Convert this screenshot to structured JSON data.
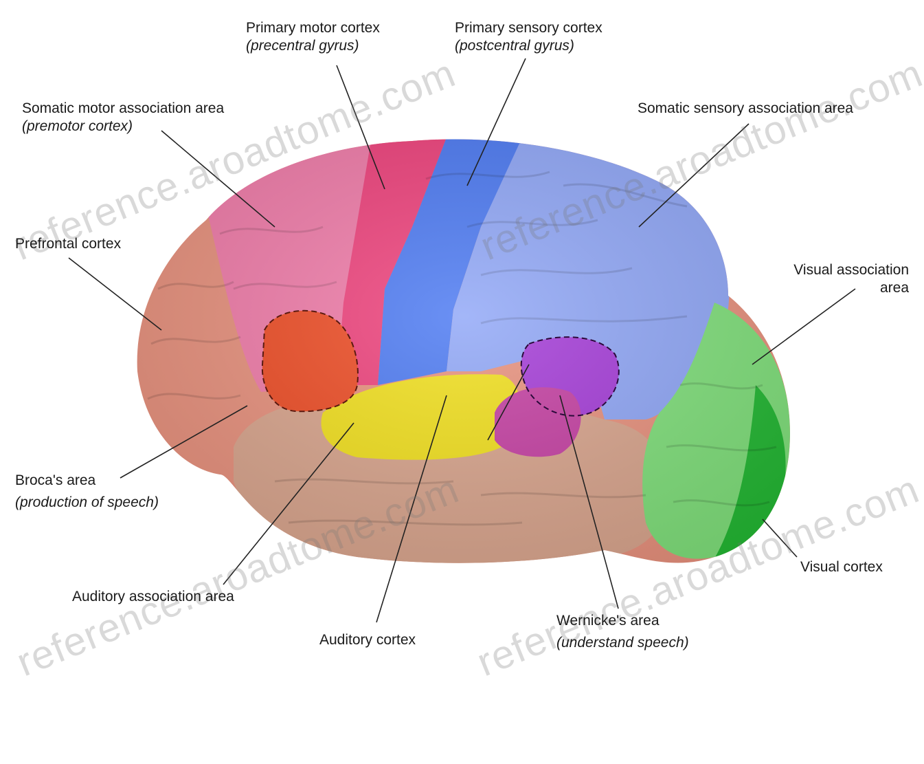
{
  "labels": {
    "primary_motor": {
      "main": "Primary motor cortex",
      "sub": "(precentral gyrus)"
    },
    "primary_sensory": {
      "main": "Primary sensory cortex",
      "sub": "(postcentral gyrus)"
    },
    "somatic_motor": {
      "main": "Somatic motor association area",
      "sub": "(premotor cortex)"
    },
    "somatic_sensory": {
      "main": "Somatic sensory association area"
    },
    "prefrontal": {
      "main": "Prefrontal cortex"
    },
    "visual_association": {
      "main": "Visual association",
      "sub": "area"
    },
    "broca": {
      "main": "Broca's area",
      "sub": "(production of speech)"
    },
    "auditory_association": {
      "main": "Auditory association area"
    },
    "auditory_cortex": {
      "main": "Auditory cortex"
    },
    "wernicke": {
      "main": "Wernicke's area",
      "sub": "(understand speech)"
    },
    "visual_cortex": {
      "main": "Visual cortex"
    }
  },
  "watermark": "reference.aroadtome.com",
  "colors": {
    "prefrontal": "#e8907c",
    "motor_association": "#f07aa8",
    "primary_motor": "#ee3f7a",
    "primary_sensory": "#4a78f2",
    "sensory_association": "#8fa6f7",
    "broca": "#ee4a22",
    "auditory": "#f2e01a",
    "wernicke": "#a43ad8",
    "wernicke_lower": "#c53ea2",
    "temporal": "#d9a48c",
    "visual_association": "#7fe07a",
    "visual_cortex": "#22b832"
  }
}
